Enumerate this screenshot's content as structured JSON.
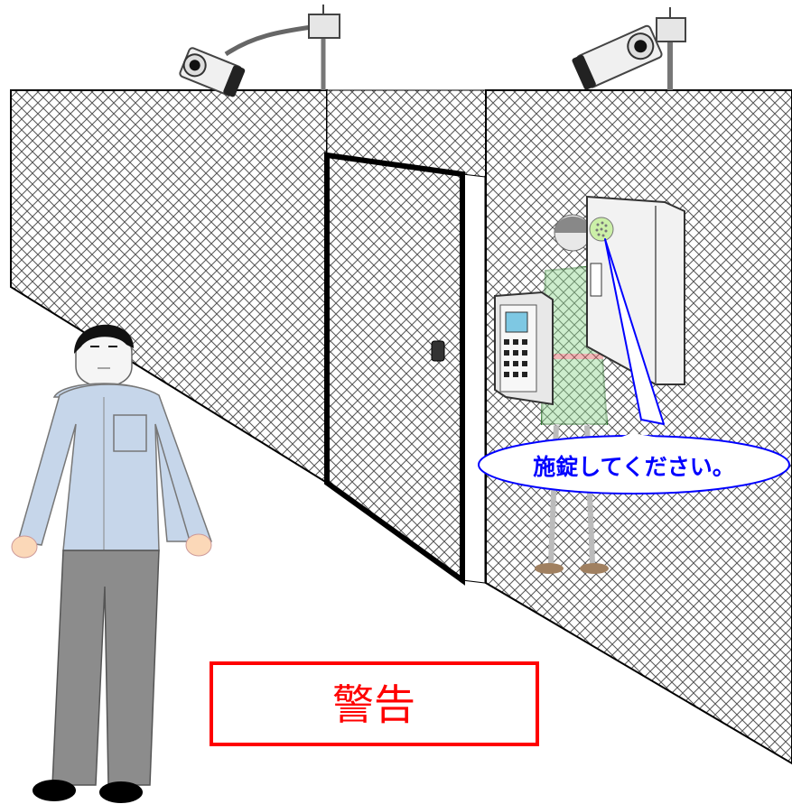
{
  "speech_bubble": {
    "text": "施錠してください。",
    "text_color": "#0000ff",
    "border_color": "#0000ff"
  },
  "warning_box": {
    "text": "警告",
    "text_color": "#ff0000",
    "border_color": "#ff0000"
  },
  "colors": {
    "fence_mesh": "#555555",
    "man_shirt": "#c6d6ea",
    "man_pants": "#8c8c8c",
    "woman_dress": "#8fd68f",
    "intercom_body": "#f2f2f2"
  },
  "icons": [
    "security-camera-icon",
    "fence-mesh",
    "gate-door",
    "keypad-device",
    "intercom-speaker",
    "man-figure",
    "woman-figure"
  ]
}
